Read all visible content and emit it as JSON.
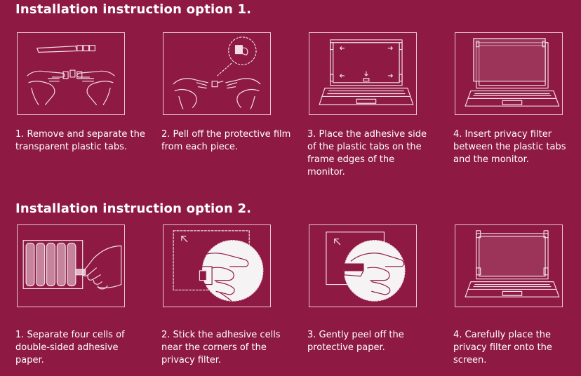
{
  "colors": {
    "background": "#8e1a43",
    "line": "#f3dde5",
    "panel_border": "#e9c6d2"
  },
  "option1": {
    "title": "Installation instruction option 1.",
    "steps": [
      {
        "text": "1. Remove and separate the transparent plastic tabs.",
        "icon": "hands-separating-tabs-illustration"
      },
      {
        "text": "2. Pell off the protective film from each piece.",
        "icon": "hands-peeling-film-illustration"
      },
      {
        "text": "3. Place the adhesive side of the plastic tabs on the frame edges of the monitor.",
        "icon": "laptop-with-tabs-illustration"
      },
      {
        "text": "4. Insert privacy filter between the plastic tabs and the monitor.",
        "icon": "laptop-with-filter-illustration"
      }
    ]
  },
  "option2": {
    "title": "Installation instruction option 2.",
    "steps": [
      {
        "text": "1. Separate   four cells of double-sided adhesive paper.",
        "icon": "hand-peeling-adhesive-cells-illustration"
      },
      {
        "text": "2. Stick the adhesive cells near the corners of the privacy filter.",
        "icon": "hand-sticking-cell-illustration"
      },
      {
        "text": "3. Gently peel off the protective paper.",
        "icon": "hand-peeling-paper-illustration"
      },
      {
        "text": "4. Carefully place the privacy filter onto the screen.",
        "icon": "laptop-with-filter-illustration"
      }
    ]
  }
}
